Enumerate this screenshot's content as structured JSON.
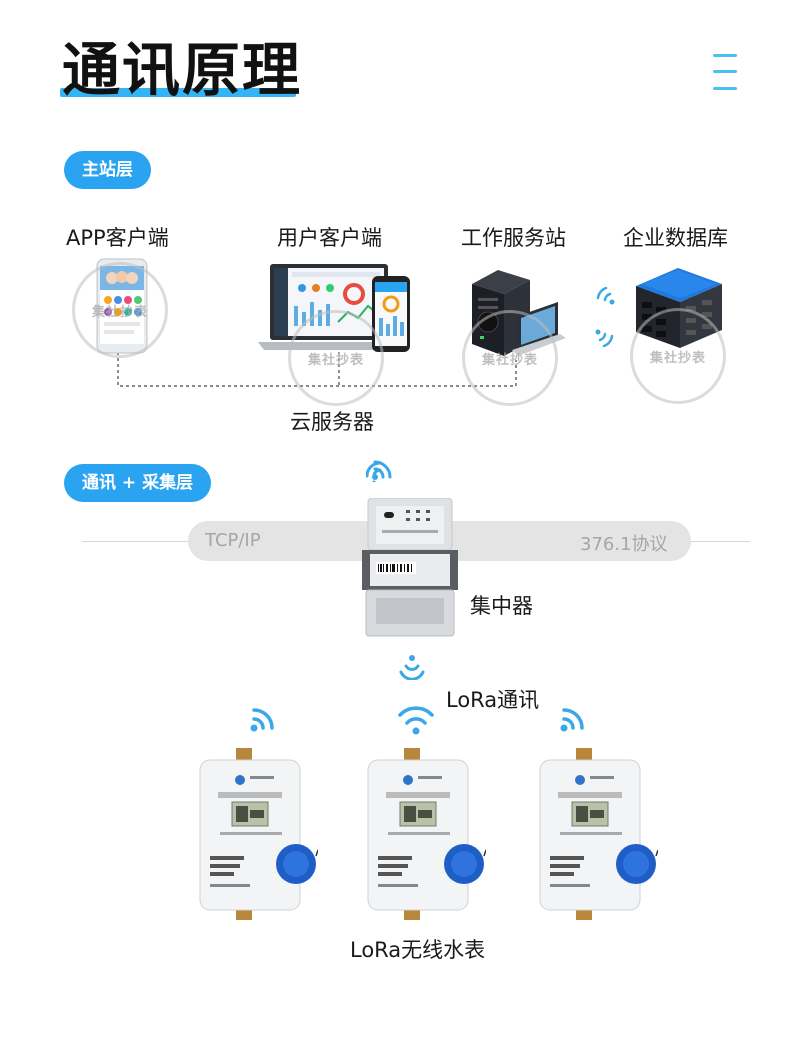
{
  "header": {
    "title": "通讯原理"
  },
  "sections": {
    "master": {
      "label": "主站层"
    },
    "comm": {
      "label": "通讯 + 采集层"
    }
  },
  "clients": {
    "app": "APP客户端",
    "user": "用户客户端",
    "workstation": "工作服务站",
    "database": "企业数据库"
  },
  "cloud_label": "云服务器",
  "protocol_bar": {
    "left": "TCP/IP",
    "right": "376.1协议"
  },
  "concentrator_label": "集中器",
  "lora_label": "LoRa通讯",
  "meters_label": "LoRa无线水表",
  "watermark_text": "集社抄表",
  "colors": {
    "accent": "#2aa4f1",
    "wifi": "#3aa8e8"
  }
}
